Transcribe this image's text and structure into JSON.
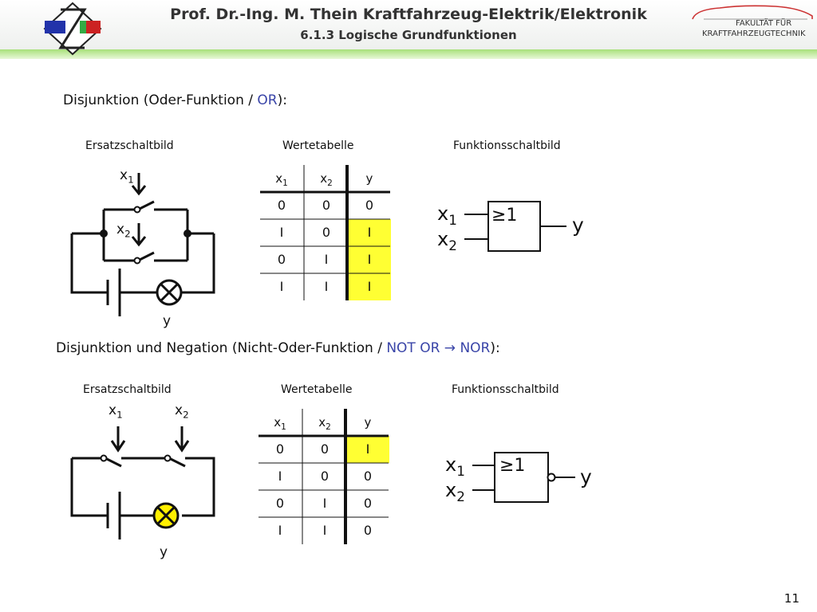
{
  "header": {
    "title_line1": "Prof. Dr.-Ing. M. Thein   Kraftfahrzeug-Elektrik/Elektronik",
    "title_line2": "6.1.3 Logische Grundfunktionen",
    "logo_right_line1": "FAKULTÄT FÜR",
    "logo_right_line2": "KRAFTFAHRZEUGTECHNIK"
  },
  "section_or": {
    "title_prefix": "Disjunktion (Oder-Funktion / ",
    "title_accent": "OR",
    "title_suffix": "):",
    "subheads": [
      "Ersatzschaltbild",
      "Wertetabelle",
      "Funktionsschaltbild"
    ],
    "circuit": {
      "input1_label": "x",
      "input1_sub": "1",
      "input2_label": "x",
      "input2_sub": "2",
      "output_label": "y"
    },
    "table": {
      "headers": [
        {
          "base": "x",
          "sub": "1"
        },
        {
          "base": "x",
          "sub": "2"
        },
        {
          "base": "y",
          "sub": ""
        }
      ],
      "rows": [
        [
          "0",
          "0",
          "0"
        ],
        [
          "I",
          "0",
          "I"
        ],
        [
          "0",
          "I",
          "I"
        ],
        [
          "I",
          "I",
          "I"
        ]
      ],
      "highlighted_rows": [
        1,
        2,
        3
      ]
    },
    "gate": {
      "symbol": "≥1",
      "in1": "x",
      "in1_sub": "1",
      "in2": "x",
      "in2_sub": "2",
      "out": "y"
    }
  },
  "section_nor": {
    "title_prefix": "Disjunktion und Negation (Nicht-Oder-Funktion / ",
    "title_accent": "NOT OR  → NOR",
    "title_suffix": "):",
    "subheads": [
      "Ersatzschaltbild",
      "Wertetabelle",
      "Funktionsschaltbild"
    ],
    "circuit": {
      "input1_label": "x",
      "input1_sub": "1",
      "input2_label": "x",
      "input2_sub": "2",
      "output_label": "y"
    },
    "table": {
      "headers": [
        {
          "base": "x",
          "sub": "1"
        },
        {
          "base": "x",
          "sub": "2"
        },
        {
          "base": "y",
          "sub": ""
        }
      ],
      "rows": [
        [
          "0",
          "0",
          "I"
        ],
        [
          "I",
          "0",
          "0"
        ],
        [
          "0",
          "I",
          "0"
        ],
        [
          "I",
          "I",
          "0"
        ]
      ],
      "highlighted_rows": [
        0
      ]
    },
    "gate": {
      "symbol": "≥1",
      "in1": "x",
      "in1_sub": "1",
      "in2": "x",
      "in2_sub": "2",
      "out": "y"
    }
  },
  "page_number": "11",
  "colors": {
    "accent": "#3a45a8",
    "highlight": "#ffff33",
    "header_bar": "#a8e07a"
  }
}
